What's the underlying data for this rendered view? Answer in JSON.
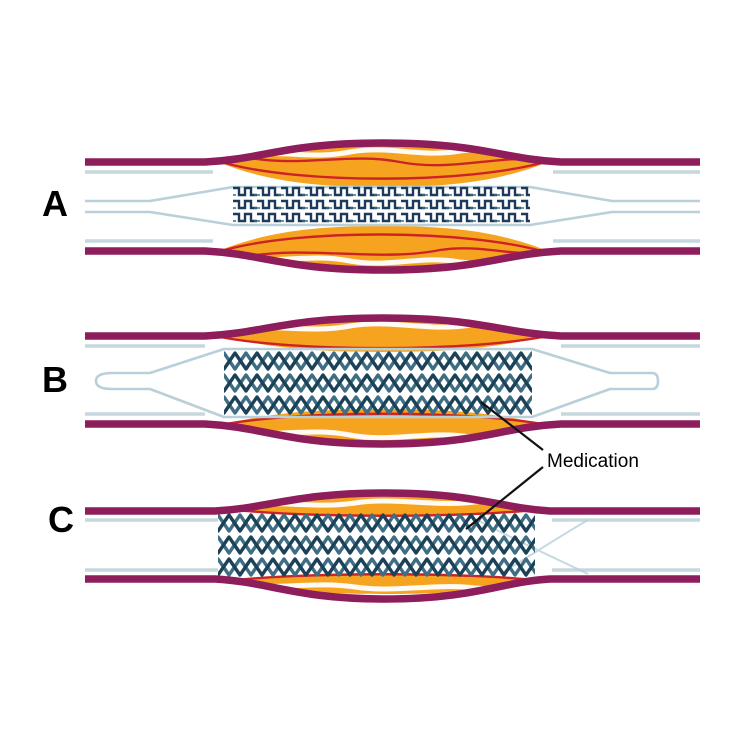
{
  "figure": {
    "panels": [
      {
        "id": "A",
        "label": "A"
      },
      {
        "id": "B",
        "label": "B"
      },
      {
        "id": "C",
        "label": "C"
      }
    ],
    "annotation": {
      "label": "Medication"
    }
  },
  "colors": {
    "background": "#ffffff",
    "artery_wall": "#8e1d5b",
    "vessel_lining": "#c6d7de",
    "plaque": "#f6a41f",
    "plaque_marble": "#ffffff",
    "plaque_streak": "#cc2327",
    "stent_light": "#3e6d84",
    "stent_dark": "#1c4257",
    "stent_crimped": "#1d3a5a",
    "balloon_outline": "#b9cfd9",
    "annotation_line": "#111111",
    "label_text": "#000000"
  }
}
